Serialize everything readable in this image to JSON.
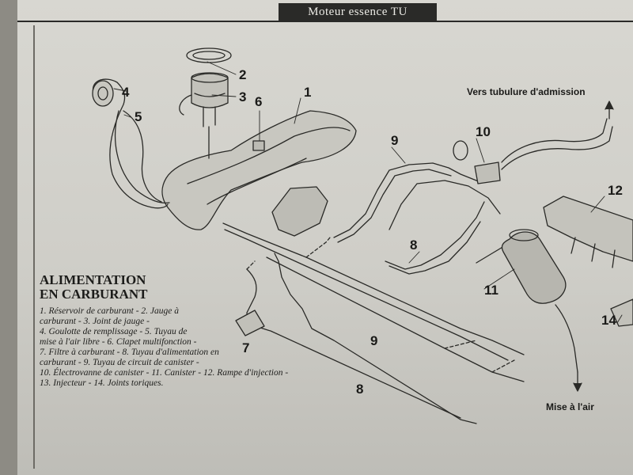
{
  "header": {
    "title": "Moteur essence TU"
  },
  "callouts": [
    "1",
    "2",
    "3",
    "4",
    "5",
    "6",
    "7",
    "8",
    "8",
    "9",
    "9",
    "10",
    "11",
    "12",
    "14"
  ],
  "annotations": {
    "intake": "Vers tubulure d'admission",
    "vent": "Mise à l'air"
  },
  "caption": {
    "title_line1": "ALIMENTATION",
    "title_line2": "EN CARBURANT",
    "lines": [
      "1. Réservoir de carburant - 2. Jauge à",
      "carburant - 3. Joint de jauge -",
      "4. Goulotte de remplissage - 5. Tuyau de",
      "mise à l'air libre - 6. Clapet multifonction -",
      "7. Filtre à carburant - 8. Tuyau d'alimentation en",
      "carburant - 9. Tuyau de circuit de canister -",
      "10. Électrovanne de canister - 11. Canister - 12. Rampe d'injection -",
      "13. Injecteur - 14. Joints toriques."
    ]
  },
  "colors": {
    "ink": "#1a1a18",
    "paper": "#d6d5cf",
    "header_bg": "#2a2a28"
  }
}
